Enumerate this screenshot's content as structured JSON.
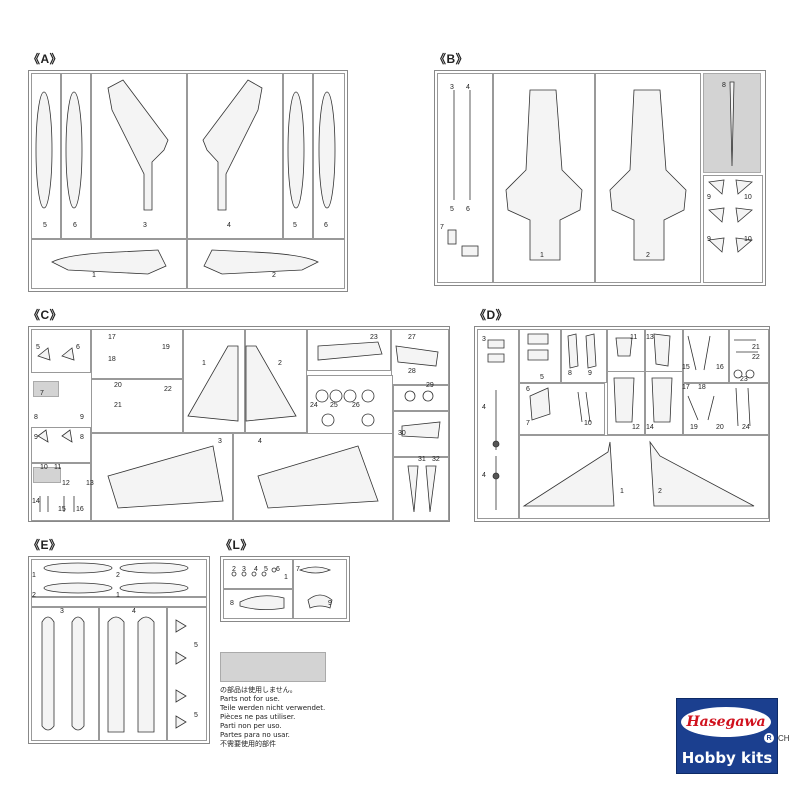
{
  "sections": {
    "A": {
      "label": "《A》",
      "parts": [
        "5",
        "6",
        "3",
        "4",
        "5",
        "6",
        "1",
        "2"
      ]
    },
    "B": {
      "label": "《B》",
      "parts": [
        "3",
        "4",
        "5",
        "6",
        "7",
        "1",
        "2",
        "8",
        "9",
        "10",
        "9",
        "10"
      ]
    },
    "C": {
      "label": "《C》",
      "parts": [
        "5",
        "6",
        "17",
        "18",
        "19",
        "7",
        "20",
        "22",
        "21",
        "8",
        "9",
        "1",
        "2",
        "23",
        "27",
        "28",
        "24",
        "25",
        "26",
        "29",
        "30",
        "31",
        "32",
        "9",
        "8",
        "3",
        "4",
        "10",
        "11",
        "12",
        "13",
        "14",
        "15",
        "16"
      ]
    },
    "D": {
      "label": "《D》",
      "parts": [
        "3",
        "4",
        "4",
        "5",
        "6",
        "7",
        "8",
        "9",
        "10",
        "11",
        "12",
        "13",
        "14",
        "15",
        "16",
        "17",
        "18",
        "19",
        "20",
        "21",
        "22",
        "23",
        "24",
        "1",
        "2"
      ]
    },
    "E": {
      "label": "《E》",
      "parts": [
        "1",
        "2",
        "2",
        "1",
        "3",
        "4",
        "5",
        "5"
      ]
    },
    "L": {
      "label": "《L》",
      "parts": [
        "1",
        "2",
        "3",
        "4",
        "5",
        "6",
        "7",
        "8",
        "9"
      ]
    }
  },
  "notice": [
    "の部品は使用しません。",
    "Parts not for use.",
    "Teile werden nicht verwendet.",
    "Pièces ne pas utiliser.",
    "Parti non per uso.",
    "Partes para no usar.",
    "不需要使用的部件"
  ],
  "logo": {
    "brand": "Hasegawa",
    "registered": "R",
    "subtitle": "Hobby kits"
  },
  "corner_text": "CH",
  "colors": {
    "logo_bg": "#1b3f8f",
    "brand_red": "#d0111d",
    "grey_box": "#d3d3d3"
  }
}
